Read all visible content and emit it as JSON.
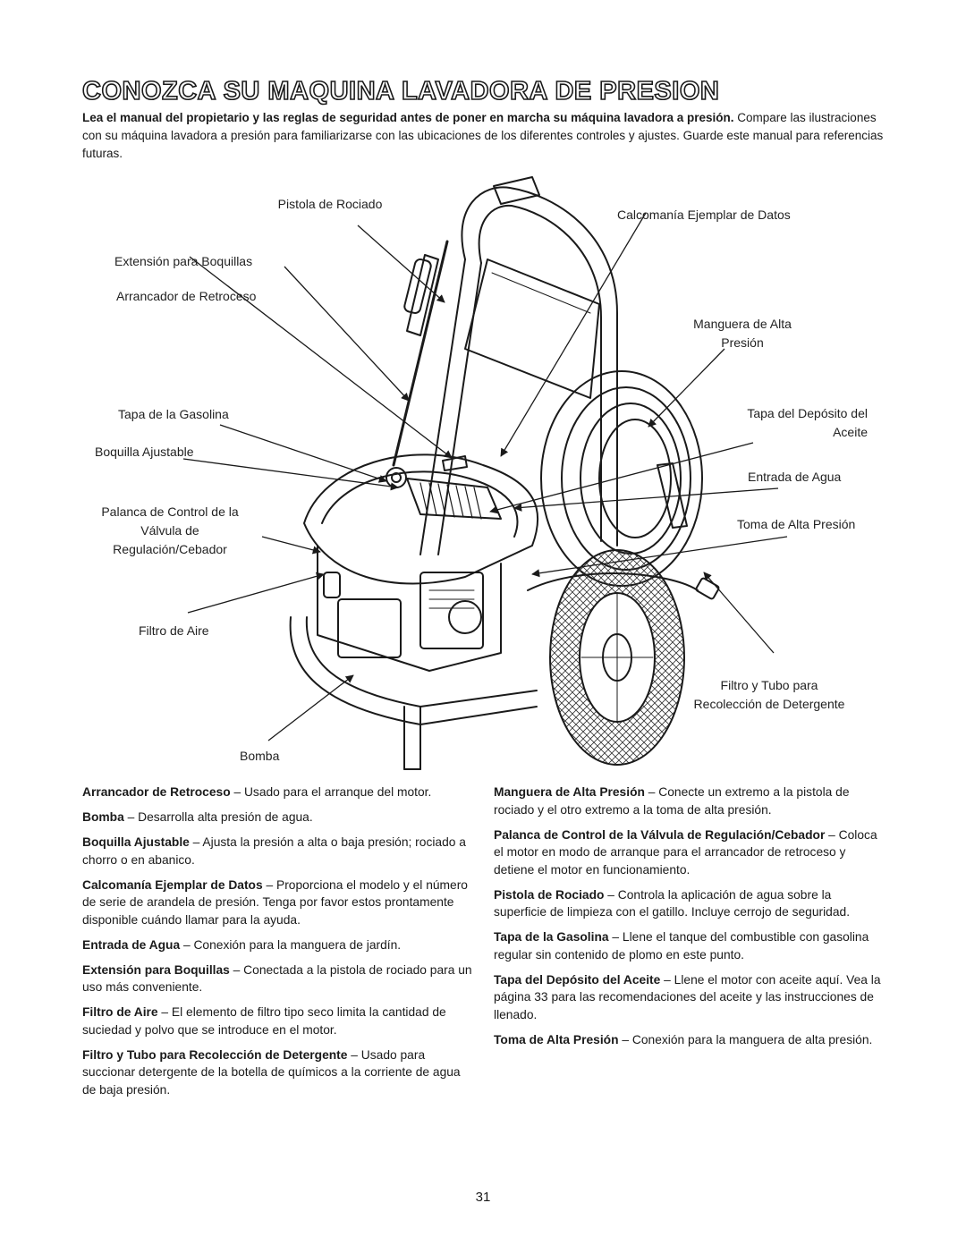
{
  "header": {
    "title": "CONOZCA SU MAQUINA LAVADORA DE PRESION",
    "intro_bold": "Lea el manual del propietario y las reglas de seguridad antes de poner en marcha su máquina lavadora a presión.",
    "intro_text": "Compare las ilustraciones con su máquina lavadora a presión para familiarizarse con las ubicaciones de los diferentes controles y ajustes. Guarde este manual para referencias futuras."
  },
  "diagram": {
    "labels": {
      "pistola": "Pistola de Rociado",
      "extension": "Extensión para Boquillas",
      "arrancador": "Arrancador de Retroceso",
      "tapa_gasolina": "Tapa de la Gasolina",
      "boquilla": "Boquilla Ajustable",
      "palanca_1": "Palanca de Control de la",
      "palanca_2": "Válvula de",
      "palanca_3": "Regulación/Cebador",
      "filtro_aire": "Filtro de Aire",
      "bomba": "Bomba",
      "calcomania": "Calcomanía Ejemplar de Datos",
      "manguera_1": "Manguera de Alta",
      "manguera_2": "Presión",
      "tapa_aceite_1": "Tapa del Depósito del",
      "tapa_aceite_2": "Aceite",
      "entrada": "Entrada de Agua",
      "toma": "Toma de Alta Presión",
      "filtro_tubo_1": "Filtro y Tubo para",
      "filtro_tubo_2": "Recolección de Detergente"
    }
  },
  "descriptions": {
    "left": [
      {
        "term": "Arrancador de Retroceso",
        "text": " – Usado para el arranque del motor."
      },
      {
        "term": "Bomba",
        "text": " – Desarrolla alta presión de agua."
      },
      {
        "term": "Boquilla Ajustable",
        "text": " – Ajusta la presión a alta o baja presión; rociado a chorro o en abanico."
      },
      {
        "term": "Calcomanía Ejemplar de Datos",
        "text": " – Proporciona el modelo y el número de serie de arandela de presión. Tenga por favor estos prontamente disponible cuándo llamar para la ayuda."
      },
      {
        "term": "Entrada de Agua",
        "text": " – Conexión para la manguera de jardín."
      },
      {
        "term": "Extensión para Boquillas",
        "text": " – Conectada a la pistola de rociado para un uso más conveniente."
      },
      {
        "term": "Filtro de Aire",
        "text": " – El elemento de filtro tipo seco limita la cantidad de suciedad y polvo que se introduce en el motor."
      },
      {
        "term": "Filtro y Tubo para Recolección de Detergente",
        "text": " – Usado para succionar detergente de la botella de químicos a la corriente de agua de baja presión."
      }
    ],
    "right": [
      {
        "term": "Manguera de Alta Presión",
        "text": " – Conecte un extremo a la pistola de rociado y el otro extremo a la toma de alta presión."
      },
      {
        "term": "Palanca de Control de la Válvula de Regulación/Cebador",
        "text": " – Coloca el motor en modo de arranque para el arrancador de retroceso y detiene el motor en funcionamiento."
      },
      {
        "term": "Pistola de Rociado",
        "text": " – Controla la aplicación de agua sobre la superficie de limpieza con el gatillo. Incluye cerrojo de seguridad."
      },
      {
        "term": "Tapa de la Gasolina",
        "text": " – Llene el tanque del combustible con gasolina regular sin contenido de plomo en este punto."
      },
      {
        "term": "Tapa del Depósito del Aceite",
        "text": " – Llene el motor con aceite aquí. Vea la página 33 para las recomendaciones del aceite y las instrucciones de llenado."
      },
      {
        "term": "Toma de Alta Presión",
        "text": " – Conexión para la manguera de alta presión."
      }
    ]
  },
  "footer": {
    "page_number": "31"
  }
}
